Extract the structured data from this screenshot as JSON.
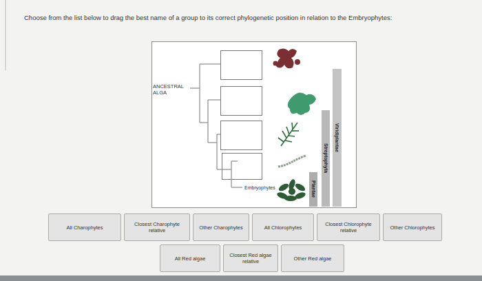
{
  "diagram": {
    "title": "Choose from the list below to drag the best name of a group to its correct phylogenetic position in relation to the Embryophytes:",
    "nodes": [
      {
        "text": [
          "Viridiplantae"
        ]
      },
      {
        "text": [
          "Streptophyta"
        ]
      },
      {
        "text": [
          "Plantae"
        ]
      },
      {
        "text": [
          "All Charophytes"
        ]
      },
      {
        "text": [
          "Closest Charophyte relative"
        ]
      },
      {
        "text": [
          "Other Charophytes"
        ]
      },
      {
        "text": [
          "All Chlorophytes"
        ]
      },
      {
        "text": [
          "Closest Chlorophyte relative"
        ]
      },
      {
        "text": [
          "Other Chlorophytes"
        ]
      },
      {
        "text": [
          "All Red algae"
        ]
      },
      {
        "text": [
          "Closest Red algae relative"
        ]
      },
      {
        "text": [
          "Other Red algae"
        ]
      }
    ],
    "labels": [
      "ANCESTRAL ALGA",
      "Embryophytes"
    ]
  }
}
